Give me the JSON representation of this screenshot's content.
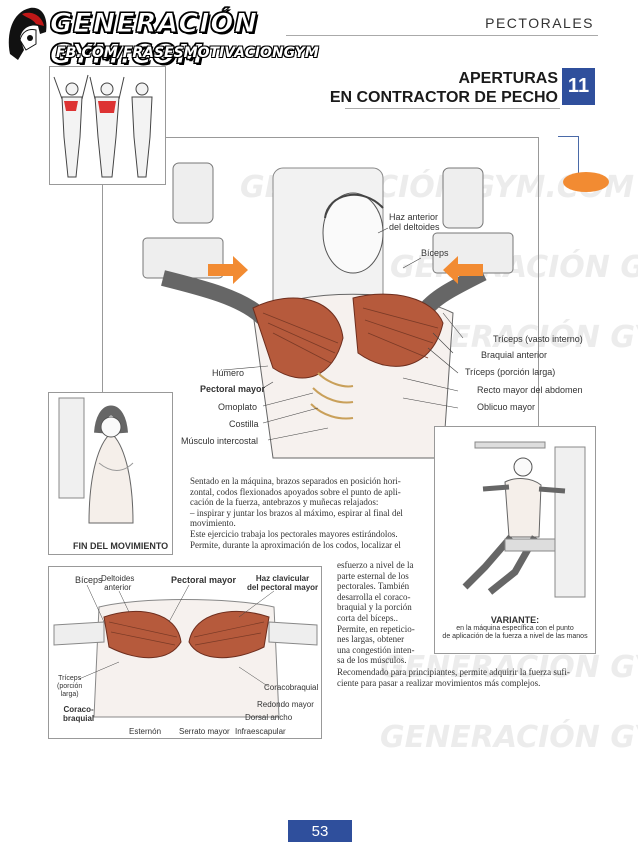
{
  "header": {
    "brand": "GENERACIÓN GYM.COM",
    "social": "FB.COM/FRASESMOTIVACIONGYM",
    "section": "PECTORALES"
  },
  "title": {
    "line1": "APERTURAS",
    "line2": "EN CONTRACTOR DE PECHO",
    "number": "11"
  },
  "main_labels": {
    "haz_anterior": "Haz anterior",
    "del_deltoides": "del deltoides",
    "biceps": "Bíceps",
    "triceps_vasto": "Tríceps (vasto interno)",
    "braquial": "Braquial anterior",
    "triceps_larga": "Tríceps (porción larga)",
    "recto": "Recto mayor del abdomen",
    "oblicuo": "Oblicuo mayor",
    "humero": "Húmero",
    "pectoral": "Pectoral mayor",
    "omoplato": "Omoplato",
    "costilla": "Costilla",
    "intercostal": "Músculo intercostal"
  },
  "end_caption": "FIN DEL MOVIMIENTO",
  "variant": {
    "title": "VARIANTE:",
    "line1": "en la máquina específica con el punto",
    "line2": "de aplicación de la fuerza a nivel de las manos"
  },
  "description": {
    "p1_lines": [
      "Sentado en la máquina, brazos separados en posición hori-",
      "zontal, codos flexionados apoyados sobre el punto de apli-",
      "cación de la fuerza, antebrazos y muñecas relajados:",
      "– inspirar y juntar los brazos al máximo, espirar al final del",
      "movimiento.",
      "Este ejercicio trabaja los pectorales mayores estirándolos.",
      "Permite, durante la aproximación de los codos, localizar el"
    ],
    "p2_lines": [
      "esfuerzo a nivel de la",
      "parte esternal de los",
      "pectorales. También",
      "desarrolla el coraco-",
      "braquial y la porción",
      "corta del bíceps..",
      "Permite, en repeticio-",
      "nes largas, obtener",
      "una congestión inten-",
      "sa de los músculos."
    ],
    "p3_lines": [
      "Recomendado para principiantes, permite adquirir la fuerza sufi-",
      "ciente para pasar a realizar movimientos más complejos."
    ]
  },
  "bottom_labels": {
    "biceps": "Bíceps",
    "deltoides1": "Deltoides",
    "deltoides2": "anterior",
    "pectoral": "Pectoral mayor",
    "haz1": "Haz clavicular",
    "haz2": "del pectoral mayor",
    "triceps1": "Tríceps",
    "triceps2": "(porción",
    "triceps3": "larga)",
    "coraco1": "Coraco-",
    "coraco2": "braquial",
    "coracobraquial": "Coracobraquial",
    "redondo": "Redondo mayor",
    "dorsal": "Dorsal ancho",
    "esternon": "Esternón",
    "serrato": "Serrato mayor",
    "infraescapular": "Infraescapular"
  },
  "page_number": "53",
  "colors": {
    "accent_blue": "#2f4f9c",
    "orange": "#f28b32",
    "muscle_red": "#b65a3c"
  }
}
